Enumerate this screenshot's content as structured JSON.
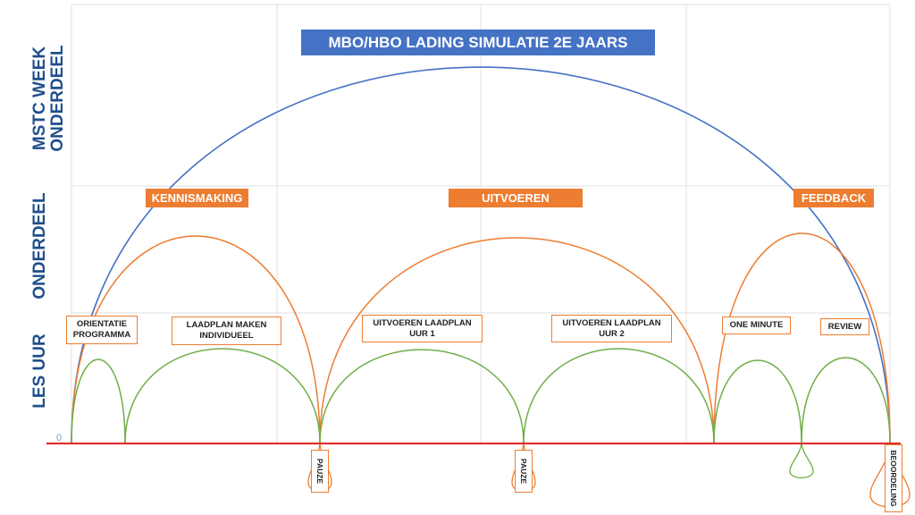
{
  "title": "MBO/HBO LADING SIMULATIE 2E JAARS",
  "levels": {
    "week": [
      "MSTC WEEK",
      "ONDERDEEL"
    ],
    "part": "ONDERDEEL",
    "hour": "LES UUR"
  },
  "axis_zero": "0",
  "phases": [
    "KENNISMAKING",
    "UITVOEREN",
    "FEEDBACK"
  ],
  "lessons": [
    [
      "ORIENTATIE",
      "PROGRAMMA"
    ],
    [
      "LAADPLAN MAKEN",
      "INDIVIDUEEL"
    ],
    [
      "UITVOEREN LAADPLAN",
      "UUR 1"
    ],
    [
      "UITVOEREN LAADPLAN",
      "UUR 2"
    ],
    [
      "ONE MINUTE"
    ],
    [
      "REVIEW"
    ]
  ],
  "breaks": [
    "PAUZE",
    "PAUZE"
  ],
  "assessment": "BEOORDELING",
  "colors": {
    "week_arc": "#4472c4",
    "part_arc": "#ed7d31",
    "hour_arc": "#70ad47",
    "baseline": "#e03030",
    "label_blue": "#1f4e8c",
    "grid": "#e0e0e0"
  }
}
